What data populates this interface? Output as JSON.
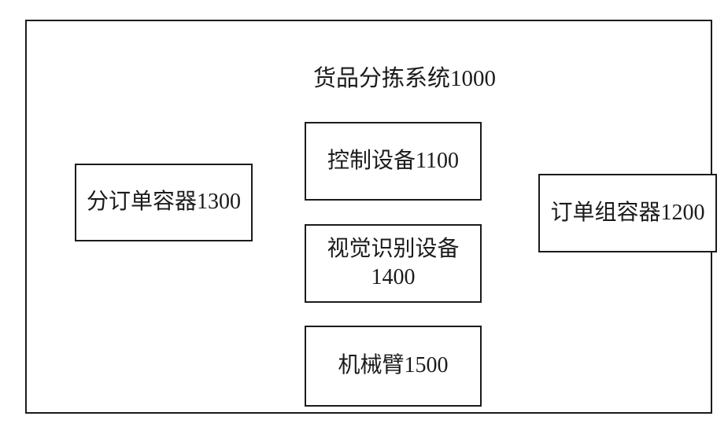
{
  "diagram": {
    "title": "货品分拣系统1000",
    "boxes": {
      "control_device": {
        "label": "控制设备1100"
      },
      "visual_recognition_device": {
        "label": "视觉识别设备\n1400"
      },
      "robotic_arm": {
        "label": "机械臂1500"
      },
      "sub_order_container": {
        "label": "分订单容器1300"
      },
      "order_group_container": {
        "label": "订单组容器1200"
      }
    },
    "colors": {
      "line": "#1b1b1b",
      "background": "#ffffff",
      "text": "#1b1b1b"
    }
  }
}
